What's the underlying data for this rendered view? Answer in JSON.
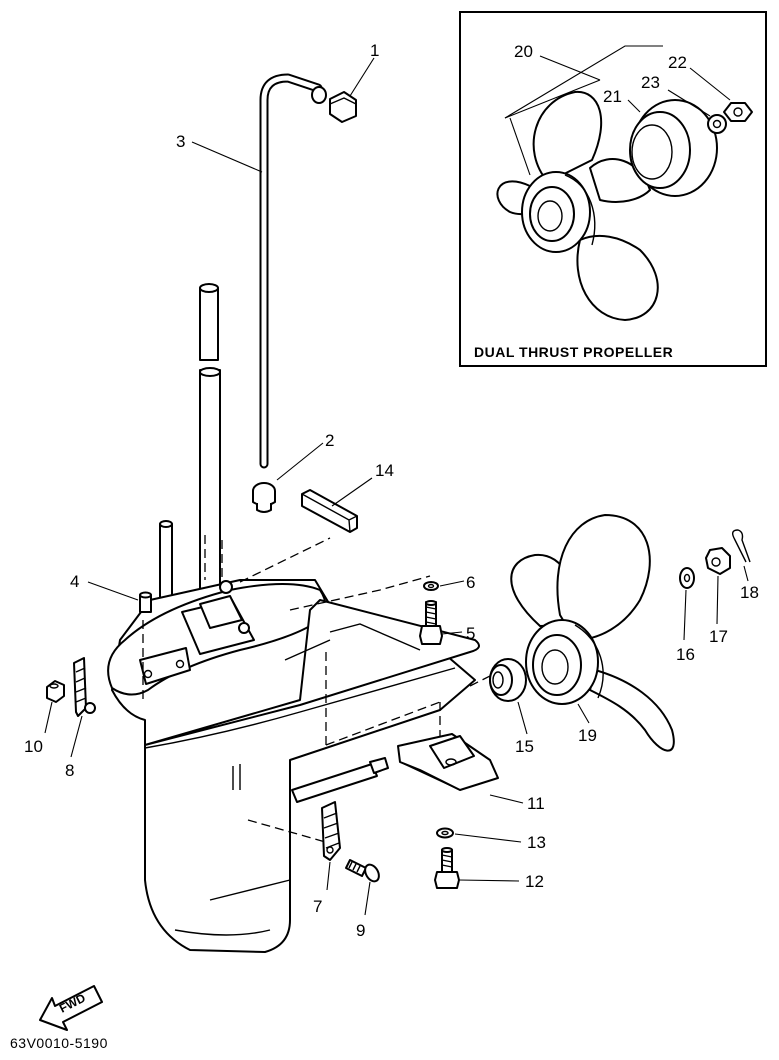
{
  "inset": {
    "title": "DUAL THRUST PROPELLER"
  },
  "direction_label": "FWD",
  "drawing_code": "63V0010-5190",
  "callouts": {
    "c1": "1",
    "c2": "2",
    "c3": "3",
    "c4": "4",
    "c5": "5",
    "c6": "6",
    "c7": "7",
    "c8": "8",
    "c9": "9",
    "c10": "10",
    "c11": "11",
    "c12": "12",
    "c13": "13",
    "c14": "14",
    "c15": "15",
    "c16": "16",
    "c17": "17",
    "c18": "18",
    "c19": "19",
    "c20": "20",
    "c21": "21",
    "c22": "22",
    "c23": "23"
  }
}
